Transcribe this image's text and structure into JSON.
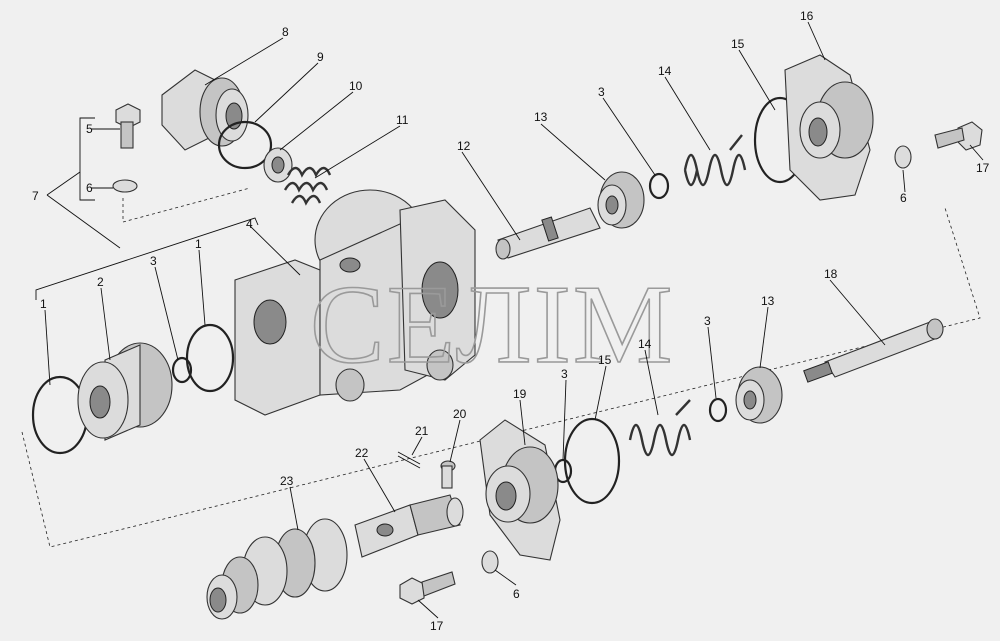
{
  "watermark": "СЕЛІМ",
  "part_labels": {
    "l1a": "1",
    "l1b": "1",
    "l2": "2",
    "l3a": "3",
    "l3b": "3",
    "l3c": "3",
    "l3d": "3",
    "l4": "4",
    "l5": "5",
    "l6a": "6",
    "l6b": "6",
    "l6c": "6",
    "l7": "7",
    "l8": "8",
    "l9": "9",
    "l10": "10",
    "l11": "11",
    "l12": "12",
    "l13a": "13",
    "l13b": "13",
    "l14a": "14",
    "l14b": "14",
    "l15a": "15",
    "l15b": "15",
    "l16": "16",
    "l17a": "17",
    "l17b": "17",
    "l18": "18",
    "l19": "19",
    "l20": "20",
    "l21": "21",
    "l22": "22",
    "l23": "23"
  }
}
